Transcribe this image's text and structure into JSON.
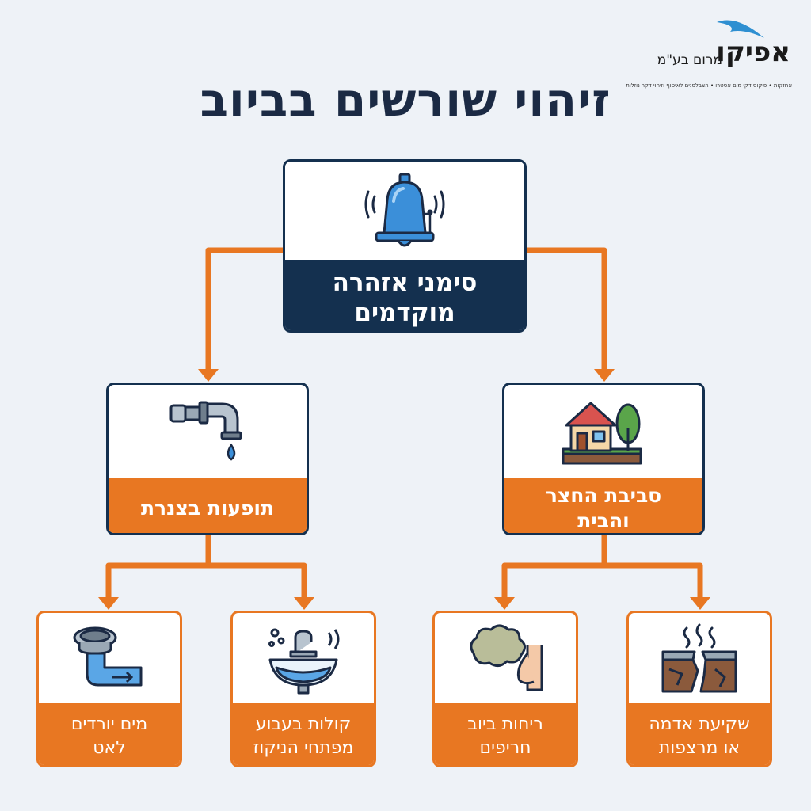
{
  "logo": {
    "brand": "אפיקו",
    "subtitle": "מרום בע\"מ",
    "tagline": "אחזקות • פיקוס דקי מים אסטרו • הצבלפנים לאיסוף וזיהוי דקר נוזלות"
  },
  "title": "זיהוי שורשים בביוב",
  "root": {
    "icon": "bell-icon",
    "label_lines": [
      "סימני אזהרה",
      "מוקדמים"
    ]
  },
  "branches": [
    {
      "icon": "leaking-faucet-icon",
      "label_lines": [
        "תופעות בצנרת"
      ],
      "children": [
        {
          "icon": "drain-pipe-icon",
          "label_lines": [
            "מים יורדים",
            "לאט"
          ]
        },
        {
          "icon": "gurgling-sink-icon",
          "label_lines": [
            "קולות בעבוע",
            "מפתחי הניקוז"
          ]
        }
      ]
    },
    {
      "icon": "house-yard-icon",
      "label_lines": [
        "סביבת החצר",
        "והבית"
      ],
      "children": [
        {
          "icon": "bad-smell-icon",
          "label_lines": [
            "ריחות ביוב",
            "חריפים"
          ]
        },
        {
          "icon": "sinking-ground-icon",
          "label_lines": [
            "שקיעת אדמה",
            "או מרצפות"
          ]
        }
      ]
    }
  ],
  "colors": {
    "navy": "#14304f",
    "orange": "#e87722",
    "background": "#eef2f7",
    "icon_blue": "#3b8fd9"
  }
}
